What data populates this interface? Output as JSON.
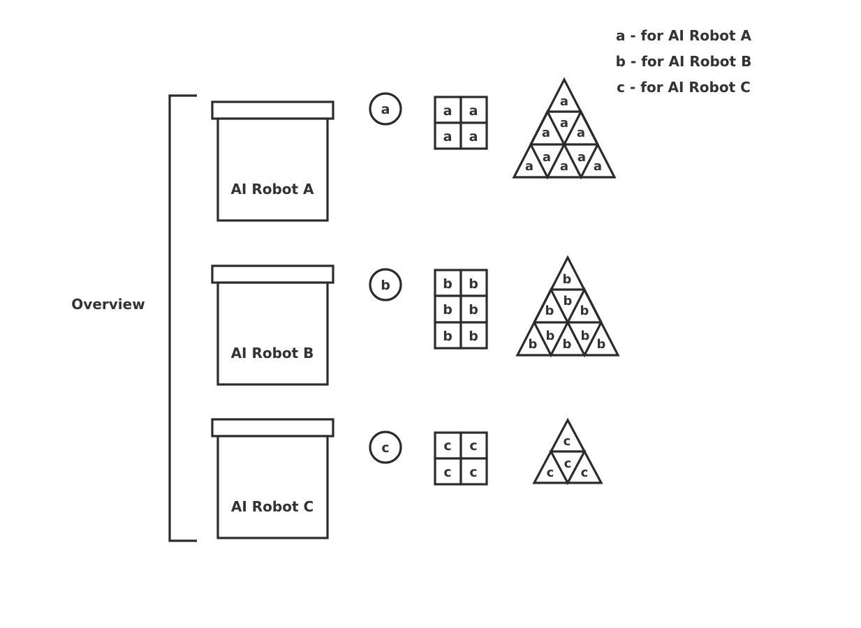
{
  "overview_label": "Overview",
  "legend": [
    "a - for AI Robot A",
    "b - for AI Robot B",
    "c - for AI Robot C"
  ],
  "colors": {
    "stroke": "#2b2b2b",
    "text": "#333333",
    "background": "#ffffff"
  },
  "robots": [
    {
      "name": "AI Robot A",
      "letter": "a",
      "grid_cells": 4,
      "triangles": 9
    },
    {
      "name": "AI Robot B",
      "letter": "b",
      "grid_cells": 6,
      "triangles": 9
    },
    {
      "name": "AI Robot C",
      "letter": "c",
      "grid_cells": 4,
      "triangles": 4
    }
  ]
}
